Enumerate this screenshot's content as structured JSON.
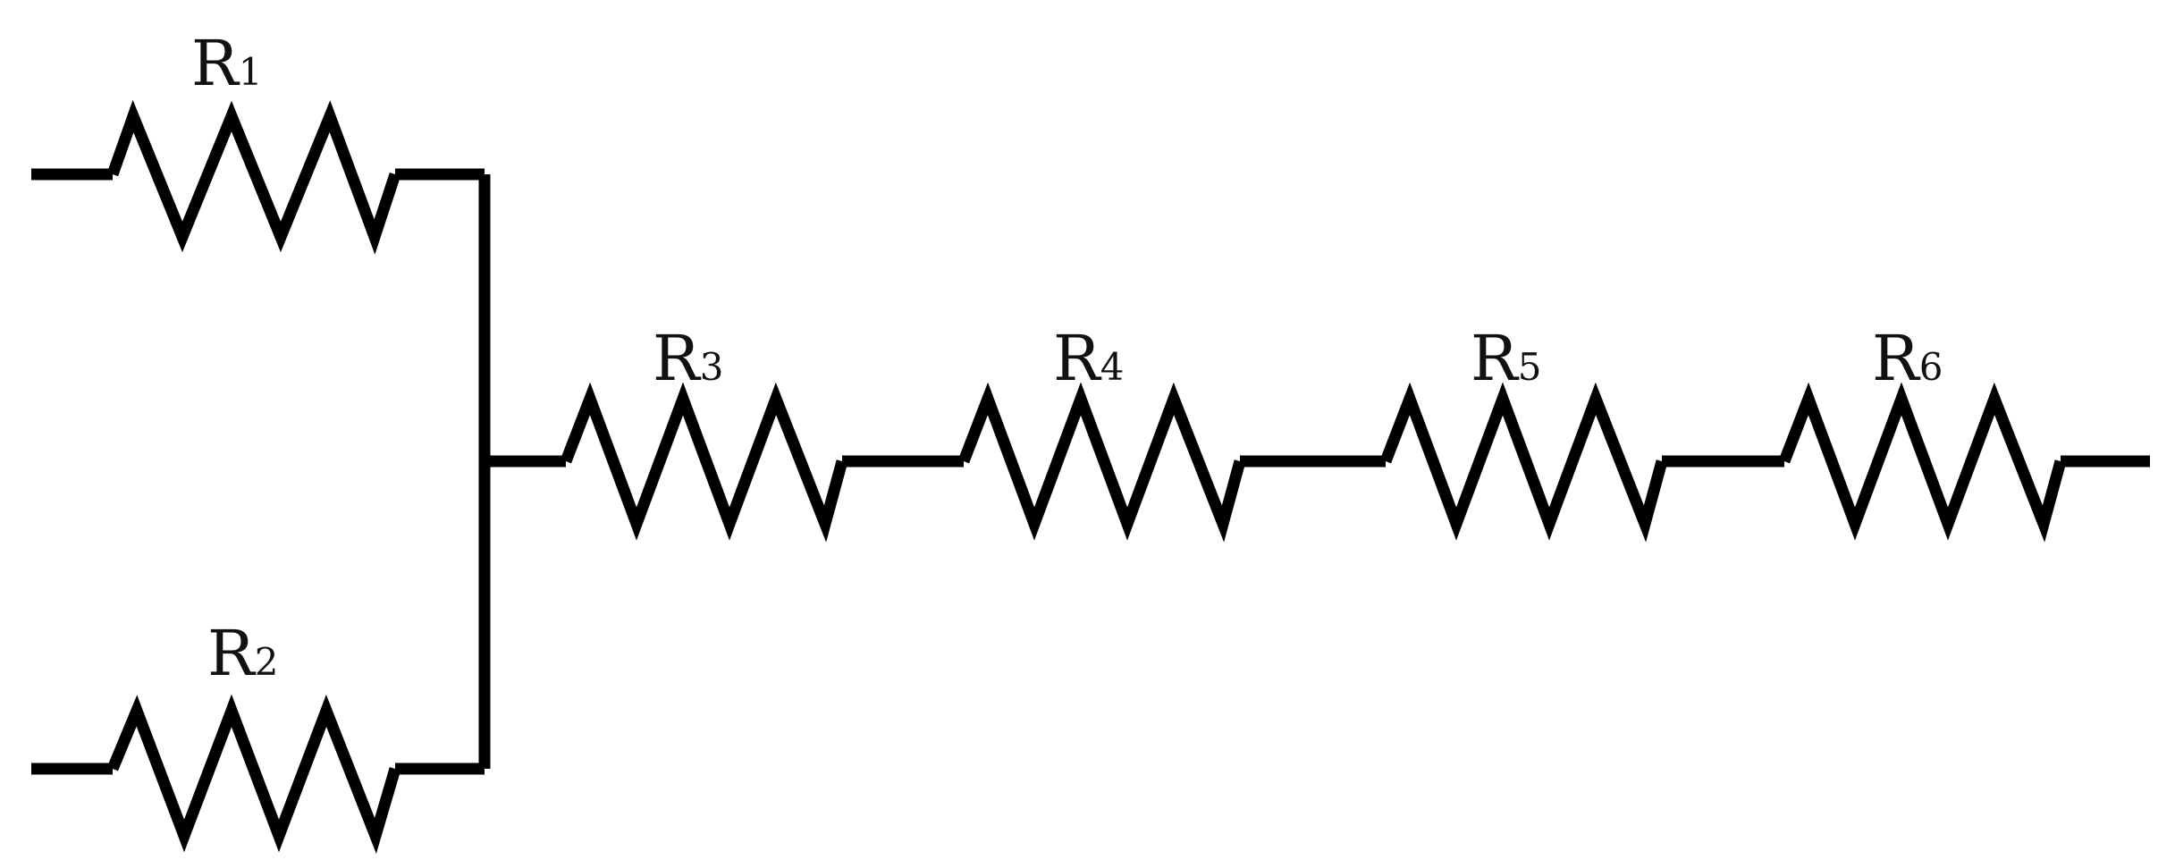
{
  "diagram": {
    "type": "resistor-circuit",
    "line_color": "#000000",
    "background_color": "#ffffff",
    "resistors": [
      {
        "label": "R",
        "subscript": "1"
      },
      {
        "label": "R",
        "subscript": "2"
      },
      {
        "label": "R",
        "subscript": "3"
      },
      {
        "label": "R",
        "subscript": "4"
      },
      {
        "label": "R",
        "subscript": "5"
      },
      {
        "label": "R",
        "subscript": "6"
      }
    ],
    "connections": [
      {
        "from": "R1",
        "to": "R3",
        "kind": "parallel"
      },
      {
        "from": "R2",
        "to": "R3",
        "kind": "parallel"
      },
      {
        "from": "R3",
        "to": "R4",
        "kind": "series"
      },
      {
        "from": "R4",
        "to": "R5",
        "kind": "series"
      },
      {
        "from": "R5",
        "to": "R6",
        "kind": "series"
      }
    ]
  }
}
